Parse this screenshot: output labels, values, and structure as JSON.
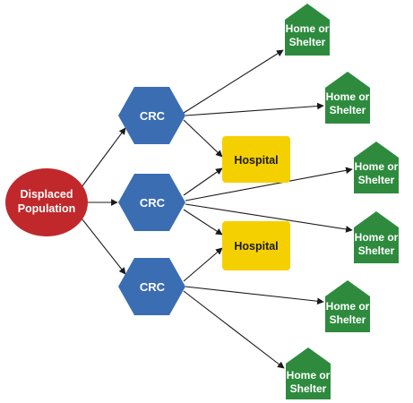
{
  "colors": {
    "origin": "#c0282b",
    "crc": "#3b6db3",
    "hospital": "#f5d000",
    "home": "#2e8b3e",
    "edge": "#1a1a1a"
  },
  "nodes": {
    "origin": {
      "line1": "Displaced",
      "line2": "Population"
    },
    "crc": [
      "CRC",
      "CRC",
      "CRC"
    ],
    "hospital": [
      "Hospital",
      "Hospital"
    ],
    "home": [
      {
        "line1": "Home or",
        "line2": "Shelter"
      },
      {
        "line1": "Home or",
        "line2": "Shelter"
      },
      {
        "line1": "Home or",
        "line2": "Shelter"
      },
      {
        "line1": "Home or",
        "line2": "Shelter"
      },
      {
        "line1": "Home or",
        "line2": "Shelter"
      },
      {
        "line1": "Home or",
        "line2": "Shelter"
      }
    ]
  },
  "edges": [
    {
      "from": "origin",
      "to": "crc-1"
    },
    {
      "from": "origin",
      "to": "crc-2"
    },
    {
      "from": "origin",
      "to": "crc-3"
    },
    {
      "from": "crc-1",
      "to": "home-1"
    },
    {
      "from": "crc-1",
      "to": "home-2"
    },
    {
      "from": "crc-1",
      "to": "hospital-1"
    },
    {
      "from": "crc-2",
      "to": "hospital-1"
    },
    {
      "from": "crc-2",
      "to": "home-3"
    },
    {
      "from": "crc-2",
      "to": "home-4"
    },
    {
      "from": "crc-2",
      "to": "hospital-2"
    },
    {
      "from": "crc-3",
      "to": "hospital-2"
    },
    {
      "from": "crc-3",
      "to": "home-5"
    },
    {
      "from": "crc-3",
      "to": "home-6"
    }
  ]
}
